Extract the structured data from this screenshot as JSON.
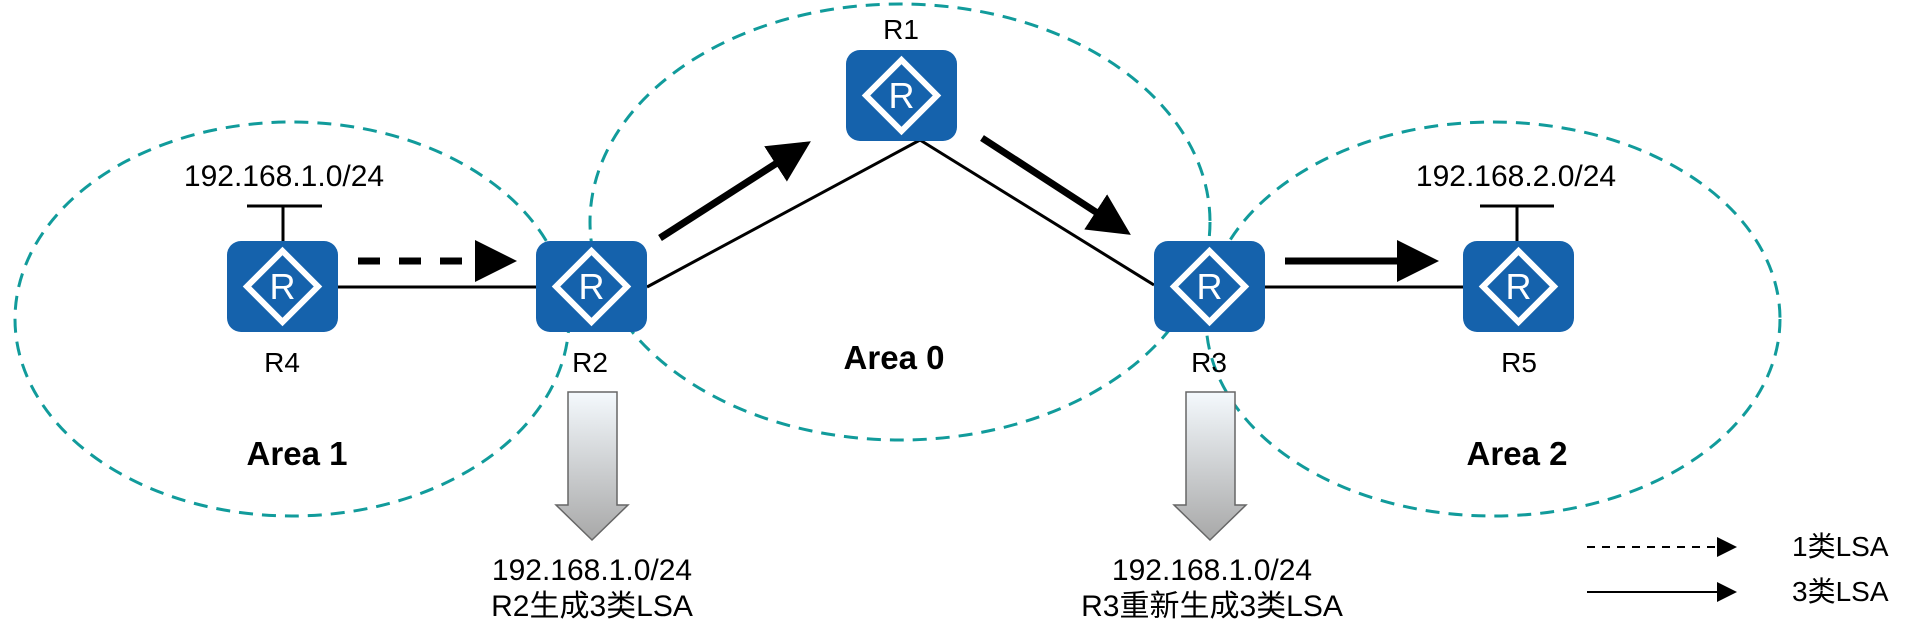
{
  "colors": {
    "router_fill": "#1562AC",
    "router_glyph": "#ffffff",
    "area_border": "#119B9B",
    "line": "#000000",
    "arrow_gradient_top": "#F4F9FD",
    "arrow_gradient_bottom": "#A8A8A8",
    "arrow_outline": "#555555"
  },
  "areas": [
    {
      "id": "area1",
      "label": "Area 1"
    },
    {
      "id": "area0",
      "label": "Area 0"
    },
    {
      "id": "area2",
      "label": "Area 2"
    }
  ],
  "routers": [
    {
      "id": "R1",
      "name": "R1",
      "icon": "router-icon",
      "glyph": "R"
    },
    {
      "id": "R2",
      "name": "R2",
      "icon": "router-icon",
      "glyph": "R"
    },
    {
      "id": "R3",
      "name": "R3",
      "icon": "router-icon",
      "glyph": "R"
    },
    {
      "id": "R4",
      "name": "R4",
      "icon": "router-icon",
      "glyph": "R"
    },
    {
      "id": "R5",
      "name": "R5",
      "icon": "router-icon",
      "glyph": "R"
    }
  ],
  "networks": {
    "r4_net": "192.168.1.0/24",
    "r5_net": "192.168.2.0/24"
  },
  "links": [
    {
      "from": "R4",
      "to": "R2"
    },
    {
      "from": "R2",
      "to": "R1"
    },
    {
      "from": "R1",
      "to": "R3"
    },
    {
      "from": "R3",
      "to": "R5"
    }
  ],
  "lsa_flows": [
    {
      "from": "R4",
      "to": "R2",
      "type": "1类LSA",
      "style": "dashed"
    },
    {
      "from": "R2",
      "to": "R1",
      "type": "3类LSA",
      "style": "solid"
    },
    {
      "from": "R1",
      "to": "R3",
      "type": "3类LSA",
      "style": "solid"
    },
    {
      "from": "R3",
      "to": "R5",
      "type": "3类LSA",
      "style": "solid"
    }
  ],
  "notes": {
    "r2": {
      "line1": "192.168.1.0/24",
      "line2": "R2生成3类LSA"
    },
    "r3": {
      "line1": "192.168.1.0/24",
      "line2": "R3重新生成3类LSA"
    }
  },
  "legend": {
    "items": [
      {
        "style": "dashed",
        "label": "1类LSA"
      },
      {
        "style": "solid",
        "label": "3类LSA"
      }
    ]
  }
}
